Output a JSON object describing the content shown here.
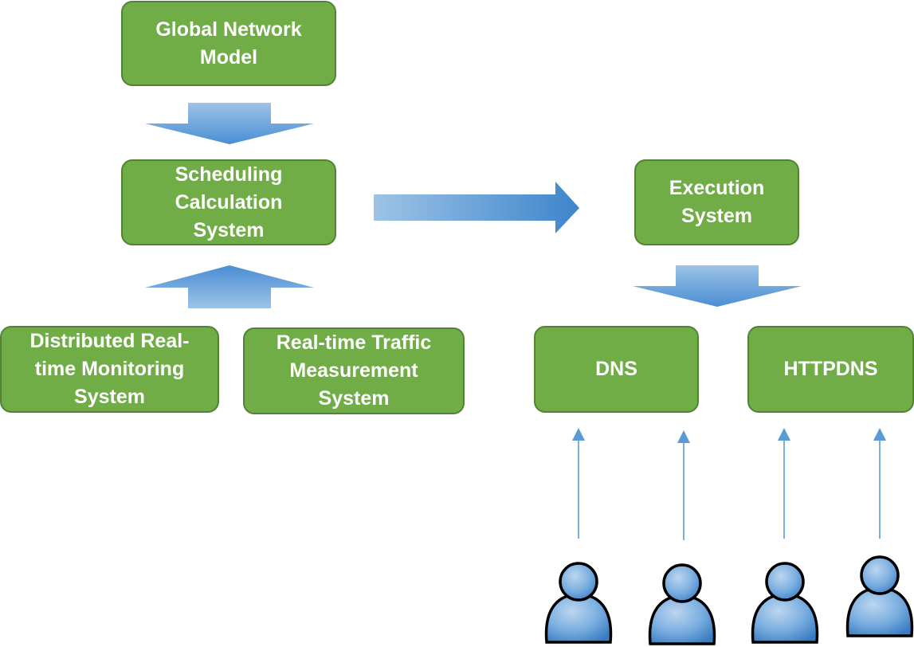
{
  "colors": {
    "box_fill": "#70ad47",
    "box_border": "#548235",
    "box_text": "#ffffff",
    "block_arrow_light": "#9dc3e6",
    "block_arrow_dark": "#4a8ed4",
    "thin_arrow": "#5b9bd5",
    "user_fill_light": "#9dc3e6",
    "user_fill_dark": "#3a7cc2",
    "user_outline": "#000000"
  },
  "boxes": {
    "global_network_model": "Global Network\nModel",
    "scheduling_calculation_system": "Scheduling\nCalculation\nSystem",
    "execution_system": "Execution\nSystem",
    "distributed_monitoring_system": "Distributed Real-\ntime Monitoring\nSystem",
    "traffic_measurement_system": "Real-time Traffic\nMeasurement\nSystem",
    "dns": "DNS",
    "httpdns": "HTTPDNS"
  },
  "icons": {
    "block_arrow": "block-arrow-icon",
    "thin_arrow": "up-arrow-icon",
    "user": "user-icon"
  },
  "user_count": 4
}
